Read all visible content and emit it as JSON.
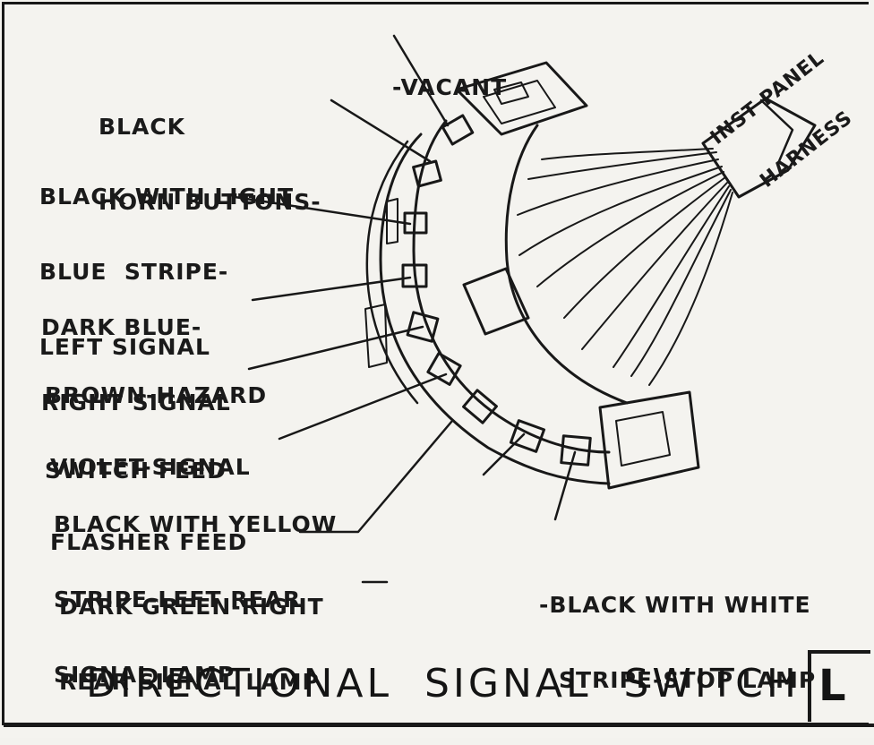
{
  "labels": {
    "vacant": [
      "-VACANT"
    ],
    "horn": [
      "BLACK",
      "HORN BUTTONS-"
    ],
    "left_signal": [
      "BLACK WITH LIGHT",
      "BLUE  STRIPE-",
      "LEFT SIGNAL"
    ],
    "right_signal": [
      "DARK BLUE-",
      "RIGHT SIGNAL"
    ],
    "hazard": [
      "BROWN-HAZARD",
      "SWITCH FEED"
    ],
    "flasher": [
      "VIOLET-SIGNAL",
      "FLASHER FEED"
    ],
    "left_rear": [
      "BLACK WITH YELLOW",
      "STRIPE-LEFT REAR",
      "SIGNAL LAMP"
    ],
    "right_rear": [
      "DARK GREEN-RIGHT",
      "REAR SIGNAL LAMP"
    ],
    "stop_lamp": [
      "-BLACK WITH WHITE",
      "STRIPE-STOP LAMP"
    ],
    "harness": [
      "INST PANEL",
      "HARNESS"
    ]
  },
  "title": "DIRECTIONAL  SIGNAL  SWITCH",
  "panel_letter": "L",
  "colors": {
    "ink": "#181818",
    "paper": "#f4f3ef"
  }
}
